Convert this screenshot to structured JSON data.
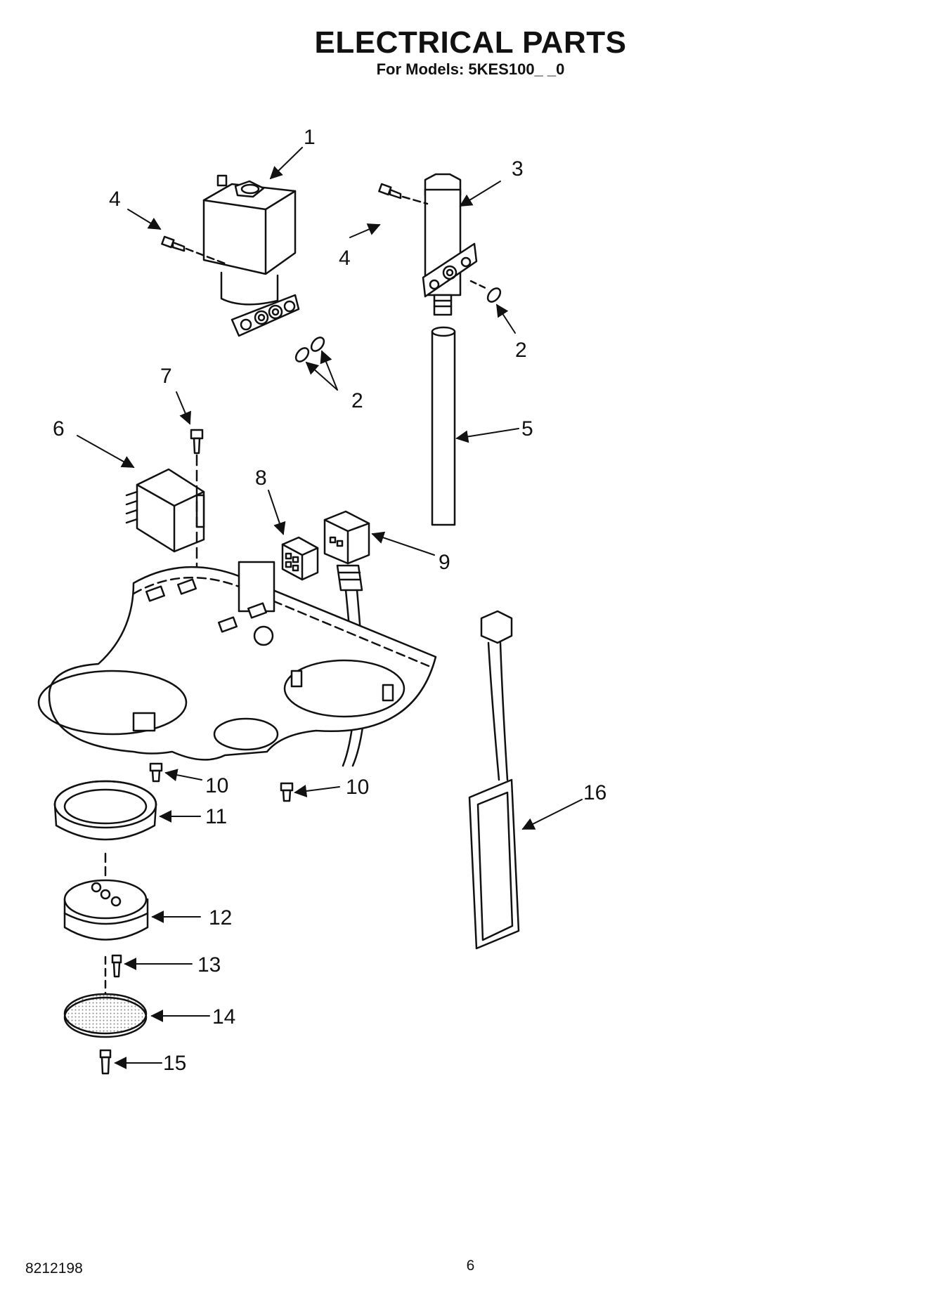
{
  "header": {
    "title": "ELECTRICAL PARTS",
    "subtitle": "For Models: 5KES100_ _0"
  },
  "callouts": [
    "1",
    "2",
    "2",
    "3",
    "4",
    "4",
    "5",
    "6",
    "7",
    "8",
    "9",
    "10",
    "10",
    "11",
    "12",
    "13",
    "14",
    "15",
    "16"
  ],
  "footer": {
    "doc_number": "8212198",
    "page_number": "6"
  }
}
